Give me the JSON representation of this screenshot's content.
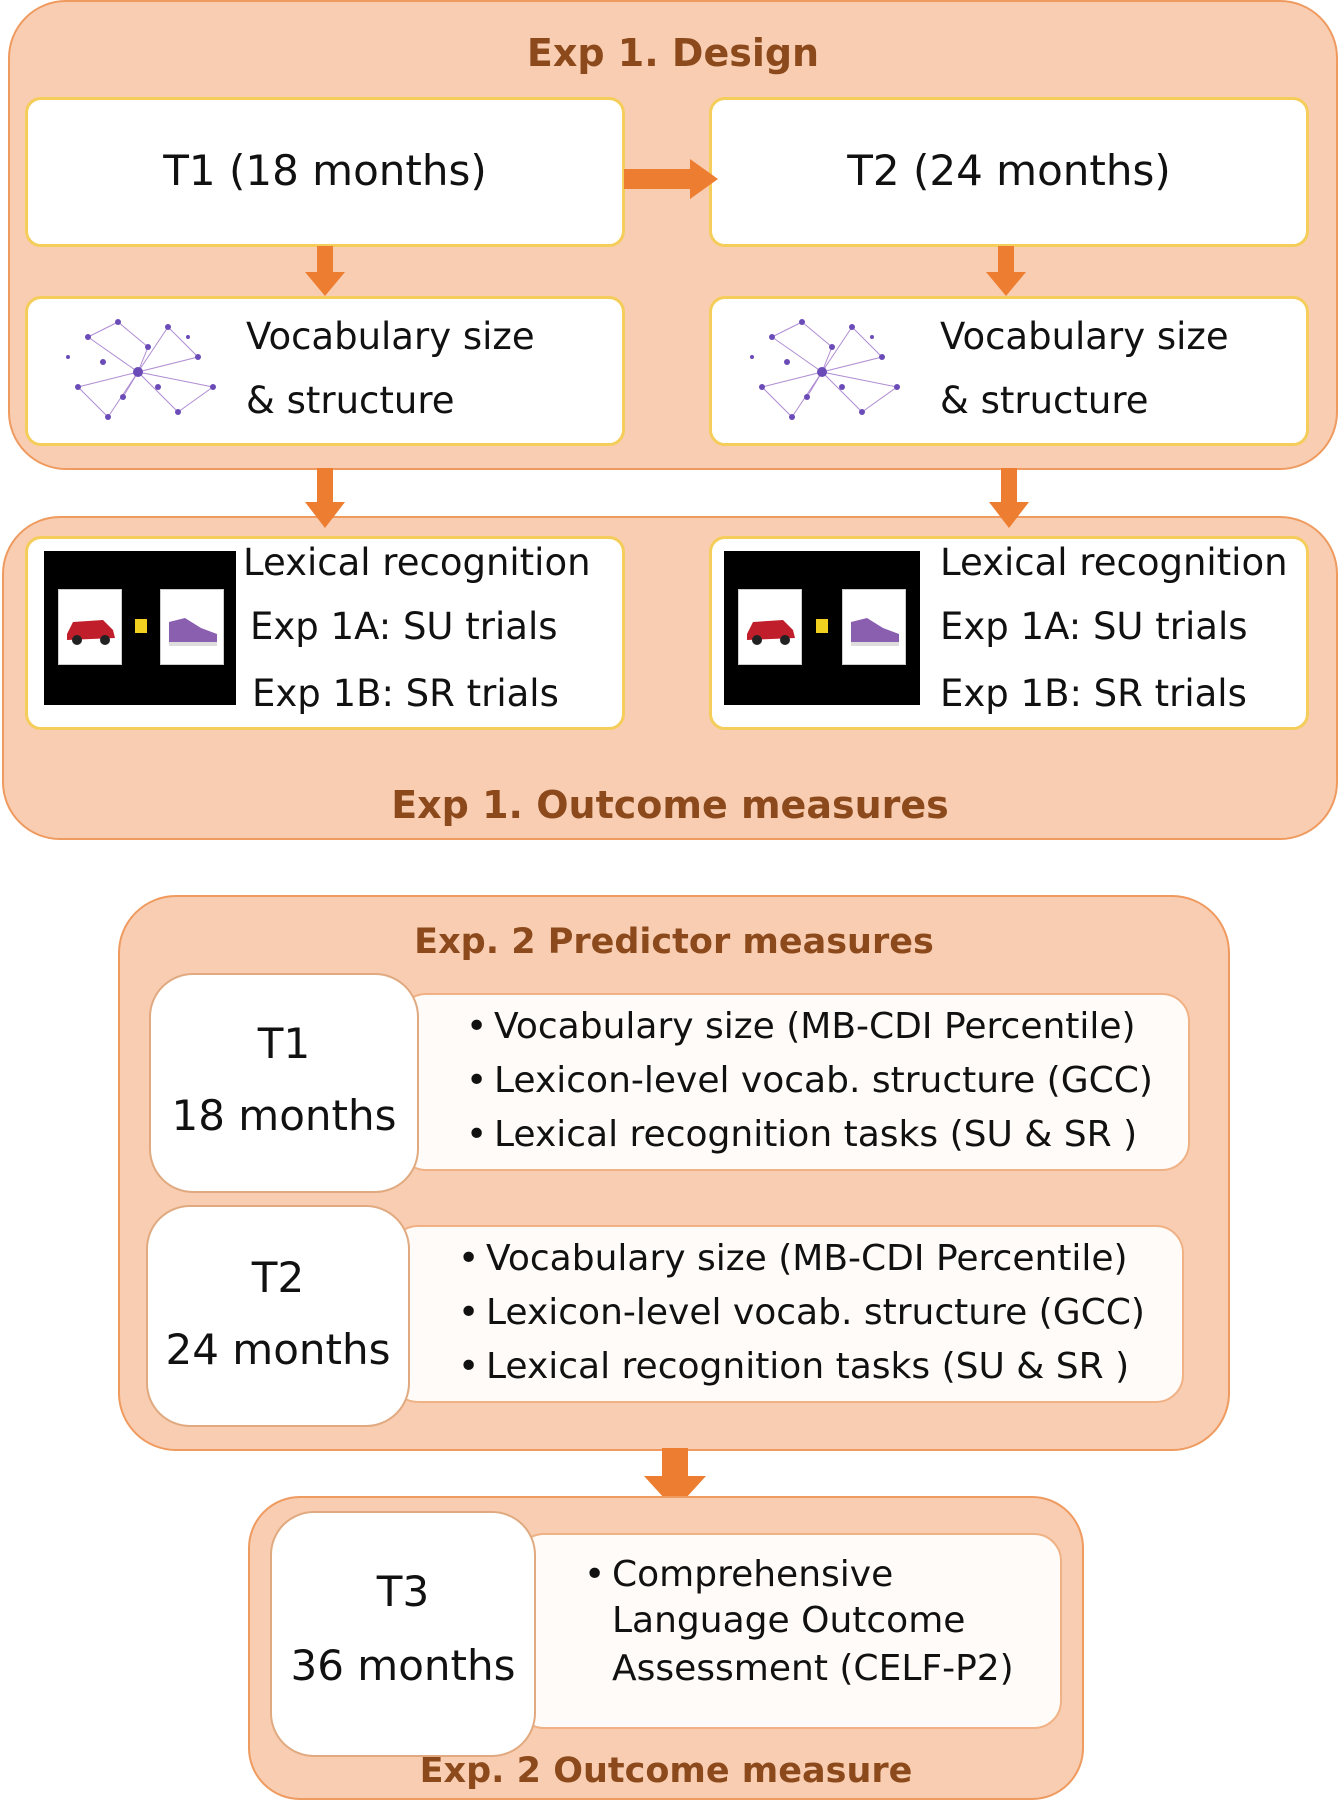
{
  "exp1": {
    "design_title": "Exp 1. Design",
    "outcome_title": "Exp 1. Outcome measures",
    "t1_label": "T1 (18 months)",
    "t2_label": "T2 (24 months)",
    "vocab_line1": "Vocabulary size",
    "vocab_line2": "& structure",
    "lex_line1": "Lexical recognition",
    "lex_line2": "Exp 1A: SU trials",
    "lex_line3": "Exp 1B: SR trials"
  },
  "exp2": {
    "predictor_title": "Exp. 2 Predictor measures",
    "outcome_title": "Exp. 2 Outcome measure",
    "t1": {
      "label": "T1",
      "age": "18 months"
    },
    "t2": {
      "label": "T2",
      "age": "24 months"
    },
    "t3": {
      "label": "T3",
      "age": "36 months"
    },
    "predictor_items": [
      "Vocabulary size (MB-CDI Percentile)",
      "Lexicon-level vocab. structure (GCC)",
      "Lexical recognition tasks (SU & SR )"
    ],
    "outcome_lines": [
      "Comprehensive",
      "Language Outcome",
      "Assessment (CELF-P2)"
    ]
  },
  "colors": {
    "panel_fill": "#f8cdb1",
    "panel_border": "#ef9a5f",
    "title_text": "#8c4a1c",
    "arrow": "#ed7d31",
    "box_border": "#f5cd5a"
  },
  "icons": [
    "network-graph-icon",
    "car-icon",
    "shoe-icon",
    "fixation-icon"
  ]
}
